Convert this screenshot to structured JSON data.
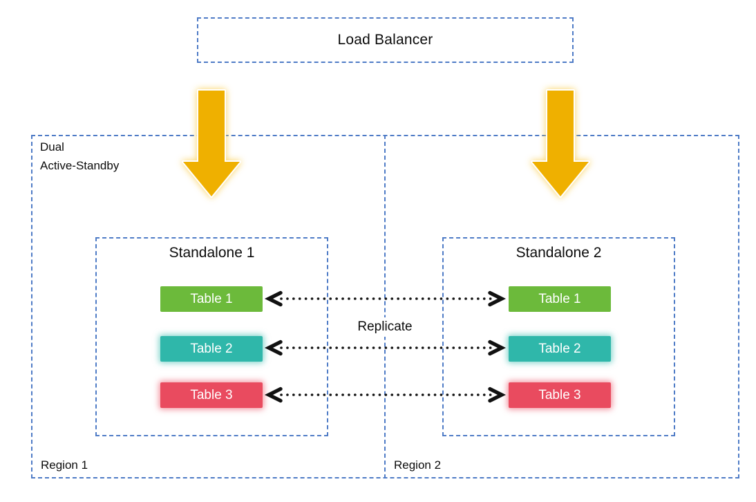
{
  "colors": {
    "border-blue": "#4E7BC6",
    "arrow-gold": "#EFB000",
    "table-green": "#6CBA3B",
    "table-teal": "#2FB7AA",
    "table-red": "#E94B5F",
    "dot-black": "#111111"
  },
  "load_balancer": {
    "label": "Load Balancer"
  },
  "regions": {
    "left": {
      "name": "Region 1",
      "mode_line1": "Dual",
      "mode_line2": "Active-Standby",
      "standalone": {
        "title": "Standalone 1",
        "tables": [
          "Table 1",
          "Table 2",
          "Table 3"
        ]
      }
    },
    "right": {
      "name": "Region 2",
      "standalone": {
        "title": "Standalone 2",
        "tables": [
          "Table 1",
          "Table 2",
          "Table 3"
        ]
      }
    }
  },
  "replication": {
    "label": "Replicate"
  }
}
